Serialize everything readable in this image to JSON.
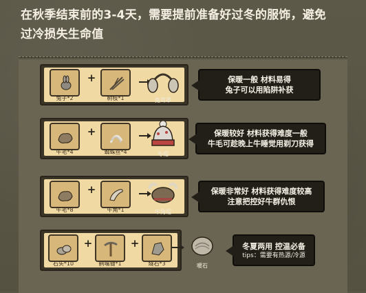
{
  "intro": {
    "line1": "在秋季结束前的3-4天，需要提前准备好过冬的服饰，避免",
    "line2": "过冷损失生命值"
  },
  "recipes": [
    {
      "ingredients": [
        {
          "label": "兔子*2",
          "icon": "rabbit-icon"
        },
        {
          "label": "树枝*1",
          "icon": "twigs-icon"
        }
      ],
      "result": {
        "label": "兔耳罩",
        "icon": "rabbit-earmuffs-icon"
      },
      "note": {
        "line1": "保暖一般 材料易得",
        "line2": "兔子可以用陷阱补获"
      }
    },
    {
      "ingredients": [
        {
          "label": "牛毛*4",
          "icon": "beefalo-wool-icon"
        },
        {
          "label": "蜘蛛丝*4",
          "icon": "silk-icon"
        }
      ],
      "result": {
        "label": "冬帽",
        "icon": "winter-hat-icon"
      },
      "note": {
        "line1": "保暖较好 材料获得难度一般",
        "line2": "牛毛可趁晚上牛睡觉用剃刀获得"
      }
    },
    {
      "ingredients": [
        {
          "label": "牛毛*8",
          "icon": "beefalo-wool-icon"
        },
        {
          "label": "牛角*1",
          "icon": "beefalo-horn-icon"
        }
      ],
      "result": {
        "label": "牛角帽",
        "icon": "beefalo-hat-icon"
      },
      "note": {
        "line1": "保暖非常好 材料获得难度较高",
        "line2": "注意把控好牛群仇恨"
      }
    },
    {
      "ingredients": [
        {
          "label": "石头*10",
          "icon": "rocks-icon"
        },
        {
          "label": "鹤嘴锄*1",
          "icon": "pickaxe-icon"
        },
        {
          "label": "燧石*3",
          "icon": "flint-icon"
        }
      ],
      "result": {
        "label": "暖石",
        "icon": "thermal-stone-icon"
      },
      "note": {
        "line1": "冬夏两用 控温必备",
        "line2": "tips：需要有热源/冷源"
      }
    }
  ]
}
